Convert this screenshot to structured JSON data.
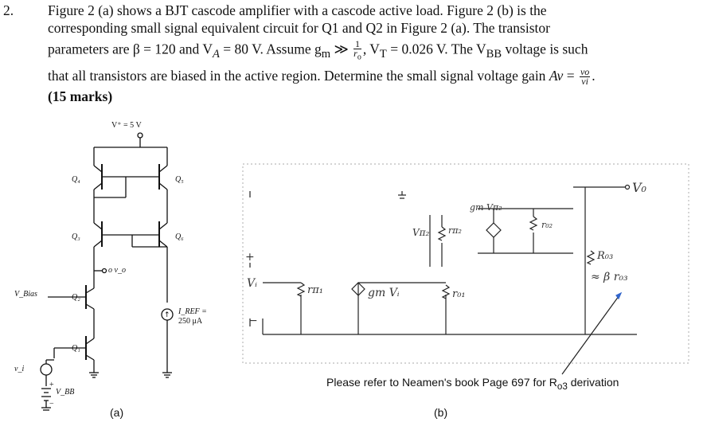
{
  "question": {
    "number": "2.",
    "line1": "Figure 2 (a) shows a BJT cascode amplifier with a cascode active load. Figure 2 (b) is the",
    "line2": "corresponding small signal equivalent circuit for Q1 and Q2 in Figure 2 (a). The transistor",
    "line3_a": "parameters are β = 120 and V",
    "line3_a_sub": "A",
    "line3_b": " = 80 V. Assume g",
    "line3_b_sub": "m",
    "line3_c": " ≫ ",
    "frac1_top": "1",
    "frac1_bot": "r",
    "frac1_bot_sub": "o",
    "line3_d": ", V",
    "line3_d_sub": "T",
    "line3_e": " = 0.026 V.  The V",
    "line3_e_sub": "BB",
    "line3_f": " voltage is such",
    "line4_a": "that all transistors are biased in the active region. Determine the small signal voltage gain ",
    "line4_av": "Av",
    "line4_eq": " = ",
    "frac2_top": "vo",
    "frac2_bot": "vi",
    "line4_end": ".",
    "marks": "(15 marks)"
  },
  "figure_a": {
    "label": "(a)",
    "supply": "V⁺ = 5 V",
    "q1": "Q₁",
    "q2": "Q₂",
    "q3": "Q₃",
    "q4": "Q₄",
    "q5": "Q₅",
    "q6": "Q₆",
    "vbias": "V_Bias",
    "vo": "o v_o",
    "iref_1": "I_REF =",
    "iref_2": "250 μA",
    "vi": "v_i",
    "vbb": "V_BB",
    "plus": "+",
    "minus": "−"
  },
  "figure_b": {
    "label": "(b)",
    "vo": "V₀",
    "vi": "Vᵢ",
    "rpi1": "rπ₁",
    "gm_vi": "gm Vᵢ",
    "ro1": "r₀₁",
    "vpi2": "Vπ₂",
    "rpi2": "rπ₂",
    "gm_vpi2": "gm Vπ₂",
    "ro2": "r₀₂",
    "ro3": "R₀₃",
    "beta_ro3": "≈ β r₀₃",
    "plus": "+",
    "minus": "−"
  },
  "note": "Please refer to Neamen's book Page 697 for R",
  "note_sub": "o3",
  "note_end": " derivation"
}
